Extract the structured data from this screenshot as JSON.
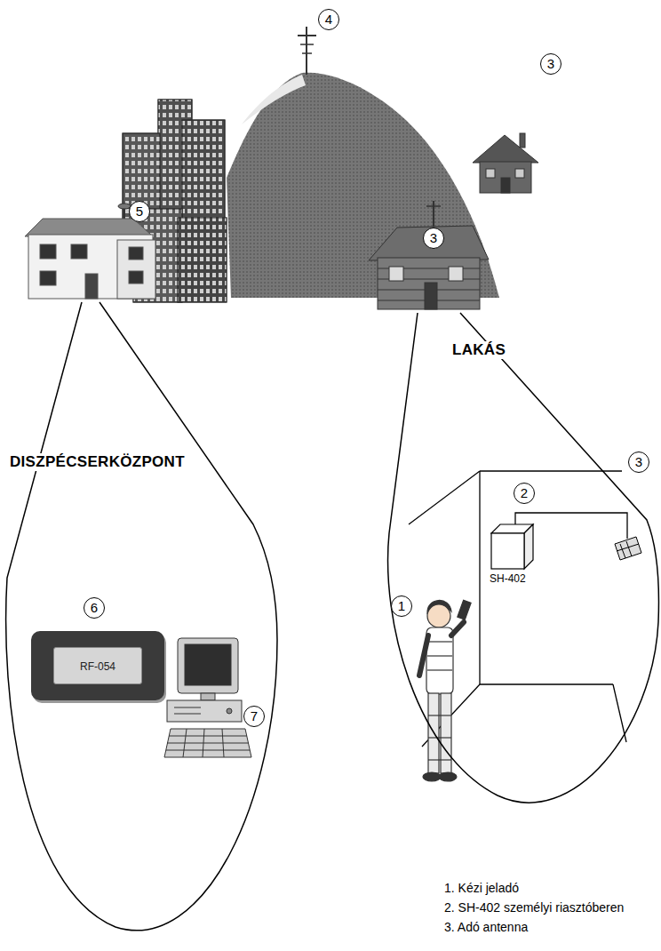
{
  "diagram": {
    "nodes": [
      {
        "text": [
          "LAKÁS"
        ]
      },
      {
        "text": [
          "SH-402"
        ],
        "in": 0
      },
      {
        "text": [
          "DISZPÉCSERKÖZPONT"
        ]
      },
      {
        "text": [
          "RF-054"
        ],
        "in": 2
      }
    ],
    "labels": [
      "4",
      "3",
      "5",
      "3",
      "3",
      "2",
      "1",
      "6",
      "7",
      "1. Kézi jeladó",
      "2. SH-402 személyi riasztóberen",
      "3. Adó antenna"
    ]
  }
}
